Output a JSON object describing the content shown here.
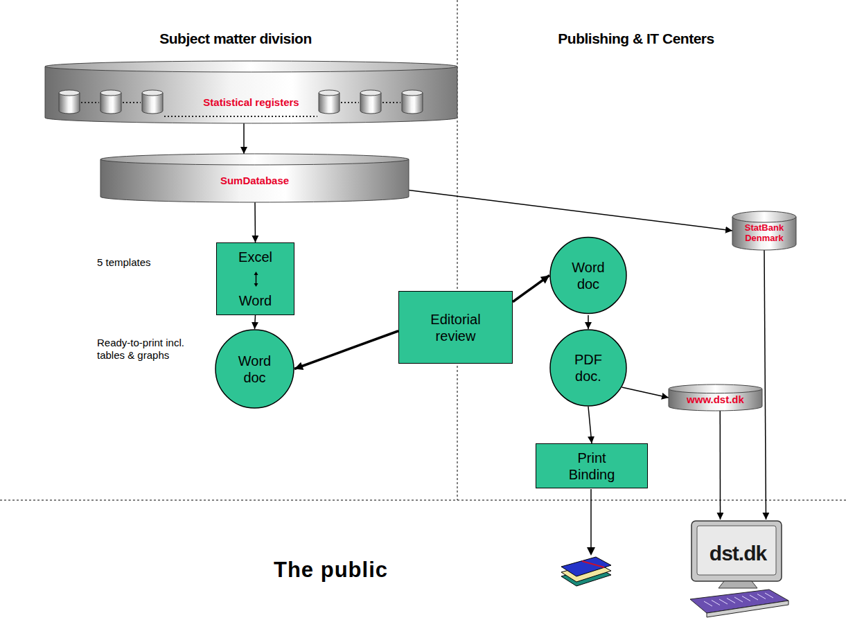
{
  "diagram": {
    "nodes": [
      {
        "text": [
          "Statistical registers"
        ]
      },
      {
        "text": [
          "SumDatabase"
        ]
      },
      {
        "text": [
          "Excel",
          "Word"
        ]
      },
      {
        "text": [
          "Word doc"
        ]
      },
      {
        "text": [
          "Editorial review"
        ]
      },
      {
        "text": [
          "Word doc"
        ]
      },
      {
        "text": [
          "PDF doc."
        ]
      },
      {
        "text": [
          "www.dst.dk"
        ]
      },
      {
        "text": [
          "StatBank Denmark"
        ]
      },
      {
        "text": [
          "Print Binding"
        ]
      },
      {
        "text": [
          "dst.dk"
        ]
      }
    ],
    "edges": [
      {
        "from": 0,
        "to": 1,
        "arrow": "to"
      },
      {
        "from": 1,
        "to": 2,
        "arrow": "to"
      },
      {
        "from": 1,
        "to": 8,
        "arrow": "to"
      },
      {
        "from": 2,
        "to": 3,
        "arrow": "to"
      },
      {
        "from": 4,
        "to": 3,
        "arrow": "to"
      },
      {
        "from": 4,
        "to": 5,
        "arrow": "to"
      },
      {
        "from": 5,
        "to": 6,
        "arrow": "to"
      },
      {
        "from": 6,
        "to": 7,
        "arrow": "to"
      },
      {
        "from": 6,
        "to": 9,
        "arrow": "to"
      },
      {
        "from": 7,
        "to": 10,
        "arrow": "to"
      },
      {
        "from": 8,
        "to": 10,
        "arrow": "to"
      }
    ],
    "labels": [
      "Subject matter division",
      "Publishing & IT Centers",
      "5 templates",
      "Ready-to-print incl. tables & graphs",
      "The public"
    ]
  }
}
